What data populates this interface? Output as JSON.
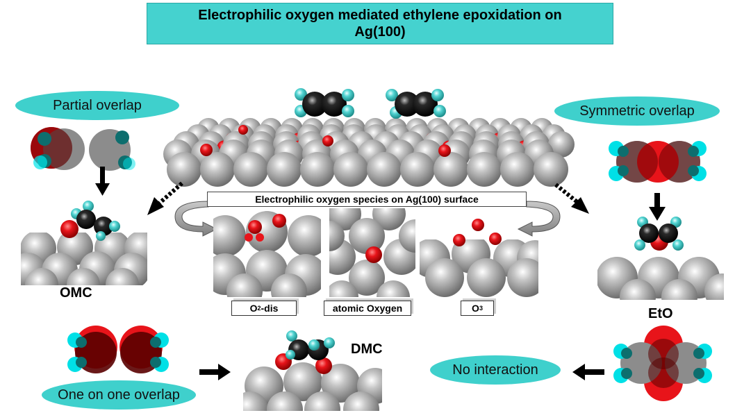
{
  "title": "Electrophilic oxygen mediated ethylene epoxidation on Ag(100)",
  "species_header": "Electrophilic oxygen species on Ag(100) surface",
  "species": {
    "o2dis_prefix": "O",
    "o2dis_sub": "2",
    "o2dis_suffix": "-dis",
    "atomic": "atomic Oxygen",
    "o3_prefix": "O",
    "o3_sub": "3"
  },
  "overlaps": {
    "partial": "Partial overlap",
    "symmetric": "Symmetric overlap",
    "one_on_one": "One on one overlap",
    "none": "No interaction"
  },
  "products": {
    "omc": "OMC",
    "dmc": "DMC",
    "eto": "EtO"
  },
  "colors": {
    "title_bg": "#45d2cf",
    "pill_bg": "#3fd0cc",
    "silver": "#a9a9a9",
    "oxygen": "#e8141a",
    "carbon": "#1a1a1a",
    "hydrogen": "#5ad8d6"
  }
}
